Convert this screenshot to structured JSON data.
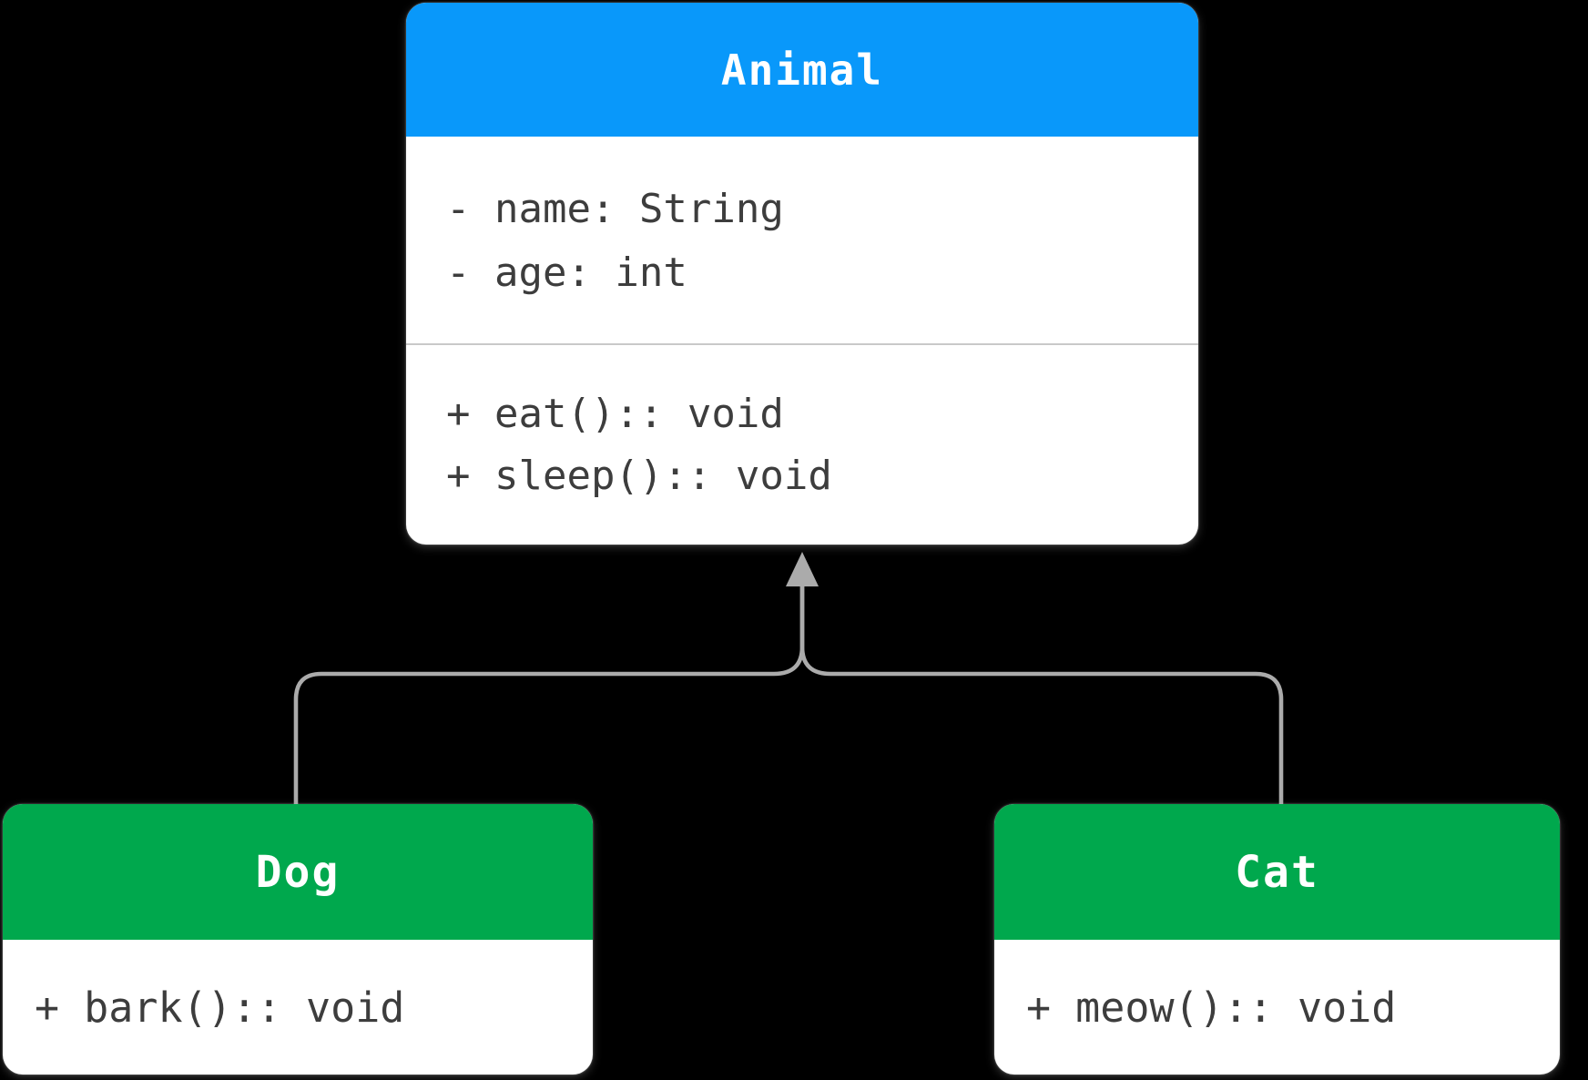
{
  "colors": {
    "background": "#000000",
    "parent_header": "#0998FA",
    "child_header": "#00A84D",
    "box_body": "#FFFFFF",
    "title_text": "#FFFFFF",
    "member_text": "#3D3D3D",
    "divider": "#C9C9C9",
    "connector": "#ABABAB"
  },
  "classes": {
    "animal": {
      "name": "Animal",
      "attributes": [
        "- name: String",
        "- age: int"
      ],
      "methods": [
        "+ eat():: void",
        "+ sleep():: void"
      ]
    },
    "dog": {
      "name": "Dog",
      "methods": [
        "+ bark():: void"
      ]
    },
    "cat": {
      "name": "Cat",
      "methods": [
        "+ meow():: void"
      ]
    }
  },
  "relationships": [
    {
      "type": "inheritance",
      "from": "Dog",
      "to": "Animal"
    },
    {
      "type": "inheritance",
      "from": "Cat",
      "to": "Animal"
    }
  ]
}
